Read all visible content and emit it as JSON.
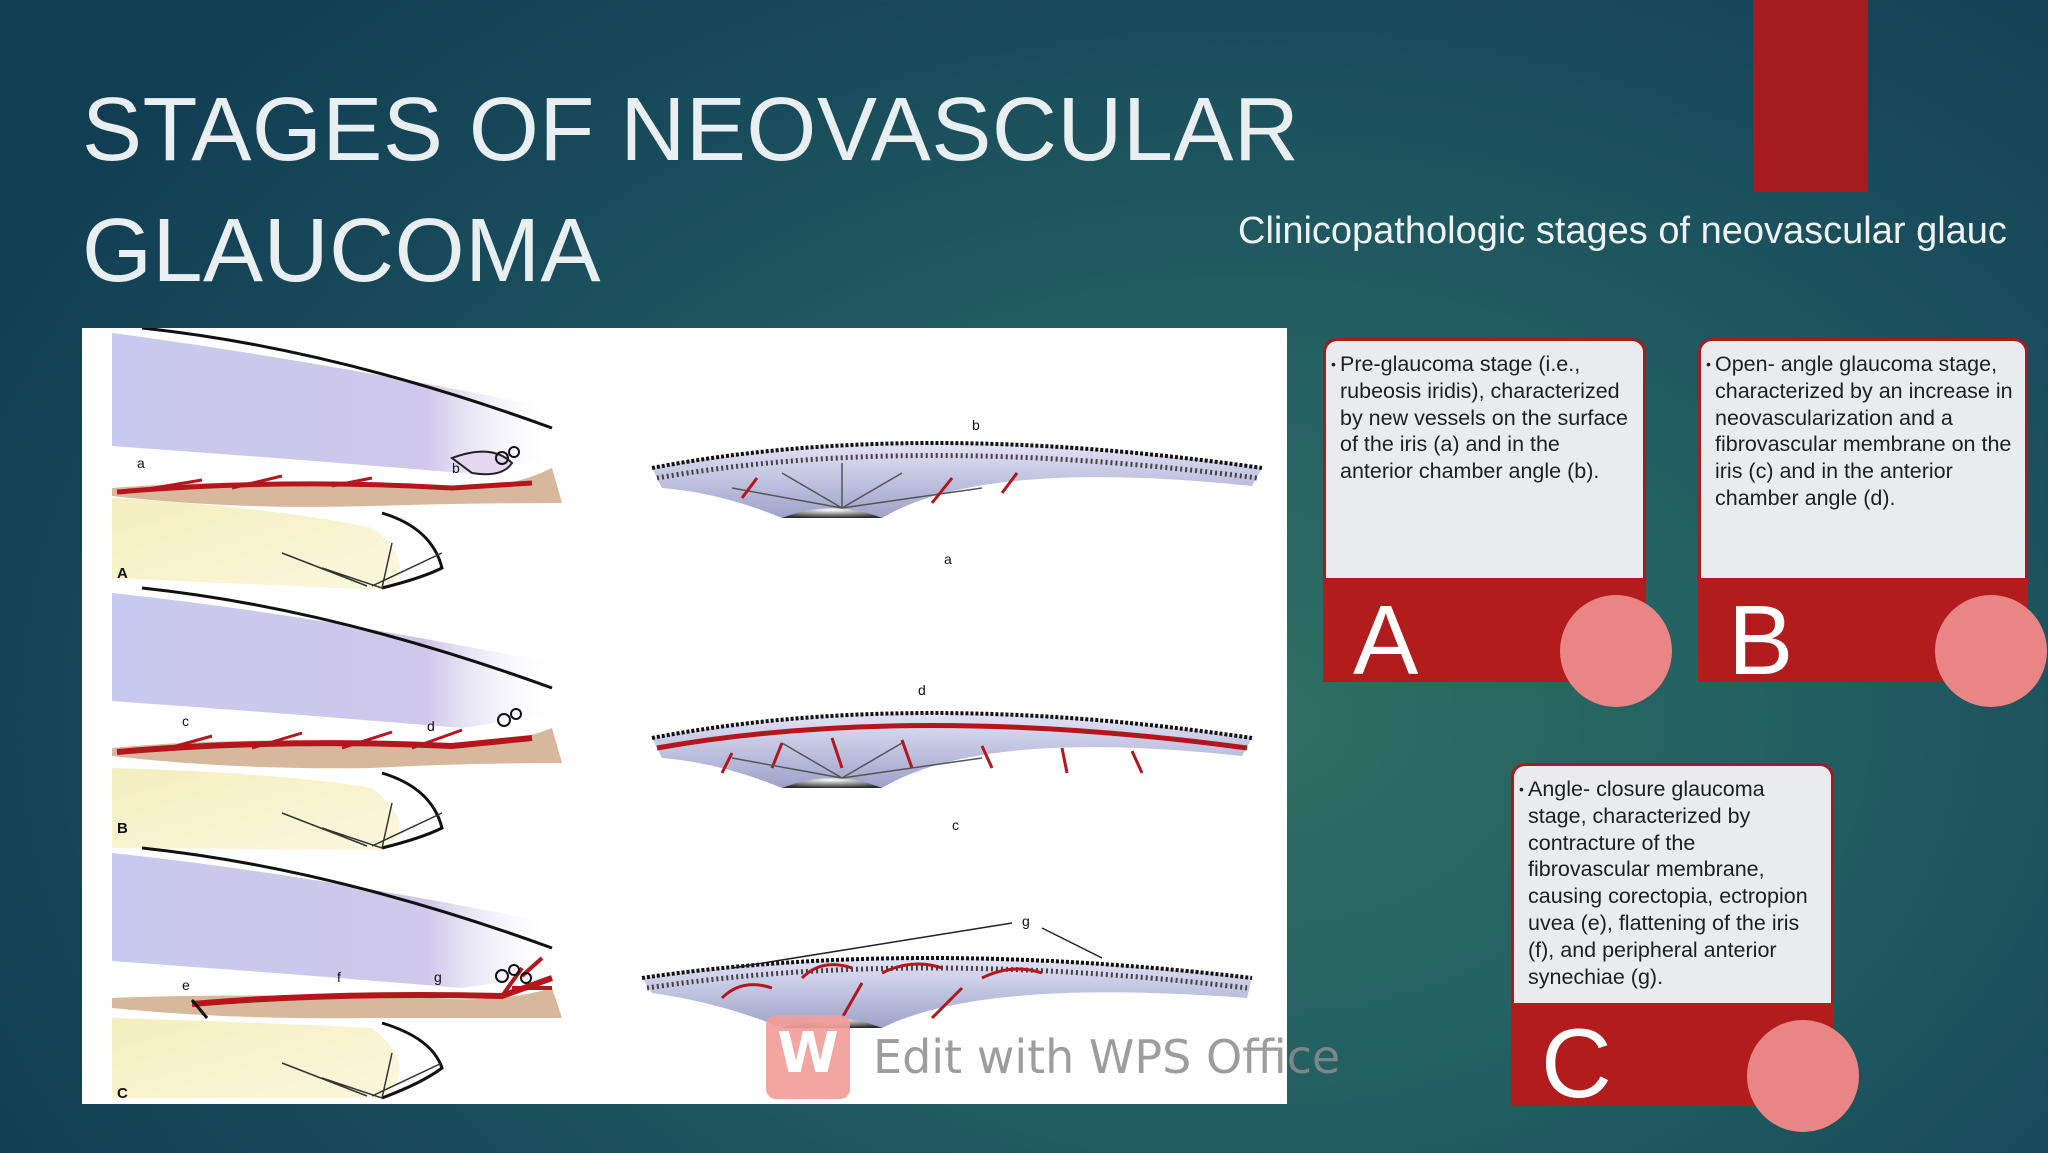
{
  "slide": {
    "title_line1": "STAGES OF NEOVASCULAR",
    "title_line2": "GLAUCOMA",
    "subtitle": "Clinicopathologic stages of neovascular glauc"
  },
  "figure": {
    "row_labels": [
      "A",
      "B",
      "C"
    ],
    "callouts": {
      "row_a_left": [
        "a",
        "b"
      ],
      "row_a_right": [
        "b",
        "a"
      ],
      "row_b_left": [
        "c",
        "d"
      ],
      "row_b_right": [
        "d",
        "c"
      ],
      "row_c_left": [
        "e",
        "f",
        "g"
      ],
      "row_c_right": [
        "g"
      ]
    }
  },
  "watermark": {
    "logo_glyph": "W",
    "text": "Edit with WPS Office"
  },
  "cards": [
    {
      "letter": "A",
      "bullet": "•",
      "text": "Pre-glaucoma stage (i.e., rubeosis iridis), characterized by new vessels on the surface of the iris (a) and in the anterior chamber angle (b)."
    },
    {
      "letter": "B",
      "bullet": "•",
      "text": "Open- angle glaucoma stage, characterized by an increase in neovascularization and a fibrovascular membrane on the iris (c) and in the anterior chamber angle (d)."
    },
    {
      "letter": "C",
      "bullet": "•",
      "text": "Angle- closure glaucoma stage, characterized by contracture of the fibrovascular membrane, causing corectopia, ectropion uvea (e), flattening of the iris (f), and peripheral anterior synechiae (g)."
    }
  ],
  "colors": {
    "accent_red": "#a51b1f",
    "card_red": "#b21c1c",
    "circle_pink": "#e98585",
    "vessel_red": "#b3161c"
  }
}
